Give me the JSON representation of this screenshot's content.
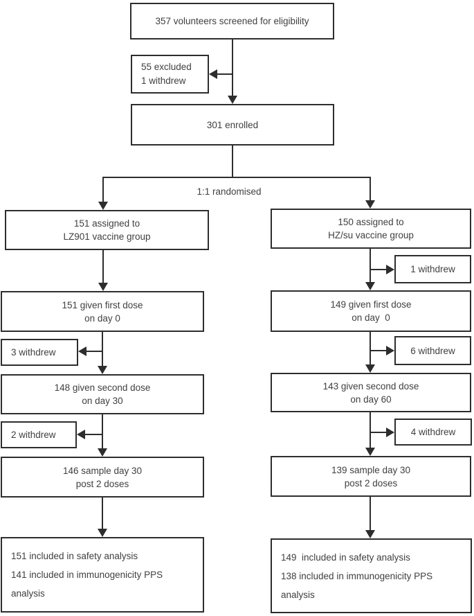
{
  "colors": {
    "line": "#2d2d2d",
    "text": "#3f3f3f",
    "box_background": "#ffffff",
    "page_background": "#ffffff"
  },
  "labels": {
    "randomised": "1:1 randomised"
  },
  "nodes": {
    "screened": {
      "line1": "357 volunteers screened for eligibility"
    },
    "excluded": {
      "line1": "55 excluded",
      "line2": "1 withdrew"
    },
    "enrolled": {
      "line1": "301 enrolled"
    },
    "lz901_assigned": {
      "line1": "151 assigned to",
      "line2": "LZ901 vaccine group"
    },
    "hzsu_assigned": {
      "line1": "150 assigned to",
      "line2": "HZ/su vaccine group"
    },
    "hzsu_withdrew_after_assignment": {
      "line1": "1 withdrew"
    },
    "lz901_first_dose": {
      "line1": "151 given first dose",
      "line2": "on day 0"
    },
    "hzsu_first_dose": {
      "line1": "149 given first dose",
      "line2": "on day  0"
    },
    "lz901_withdrew_after_first_dose": {
      "line1": "3 withdrew"
    },
    "hzsu_withdrew_after_first_dose": {
      "line1": "6 withdrew"
    },
    "lz901_second_dose": {
      "line1": "148 given second dose",
      "line2": "on day 30"
    },
    "hzsu_second_dose": {
      "line1": "143 given second dose",
      "line2": "on day 60"
    },
    "lz901_withdrew_after_second_dose": {
      "line1": "2 withdrew"
    },
    "hzsu_withdrew_after_second_dose": {
      "line1": "4 withdrew"
    },
    "lz901_sample": {
      "line1": "146 sample day 30",
      "line2": "post 2 doses"
    },
    "hzsu_sample": {
      "line1": "139 sample day 30",
      "line2": "post 2 doses"
    },
    "lz901_analysis": {
      "line1": "151 included in safety analysis",
      "line2": "141 included in immunogenicity PPS",
      "line3": "analysis"
    },
    "hzsu_analysis": {
      "line1": "149  included in safety analysis",
      "line2": "138 included in immunogenicity PPS",
      "line3": "analysis"
    }
  }
}
